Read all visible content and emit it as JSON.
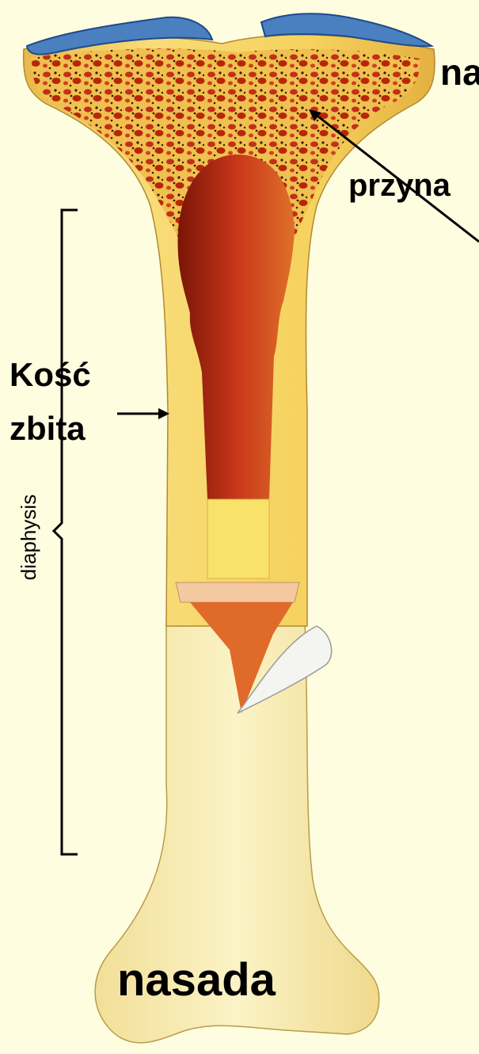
{
  "labels": {
    "epiphysis_top": "na",
    "metaphysis": "przyna",
    "compact_bone_line1": "Kość",
    "compact_bone_line2": "zbita",
    "diaphysis": "diaphysis",
    "epiphysis_bottom": "nasada"
  },
  "colors": {
    "background": "#fffde0",
    "bone_yellow": "#f6d25e",
    "bone_cream": "#faf0b8",
    "marrow_red": "#b8260a",
    "spongy_red": "#c0301a",
    "cartilage_blue": "#4a7fc0",
    "ink": "#000000"
  }
}
